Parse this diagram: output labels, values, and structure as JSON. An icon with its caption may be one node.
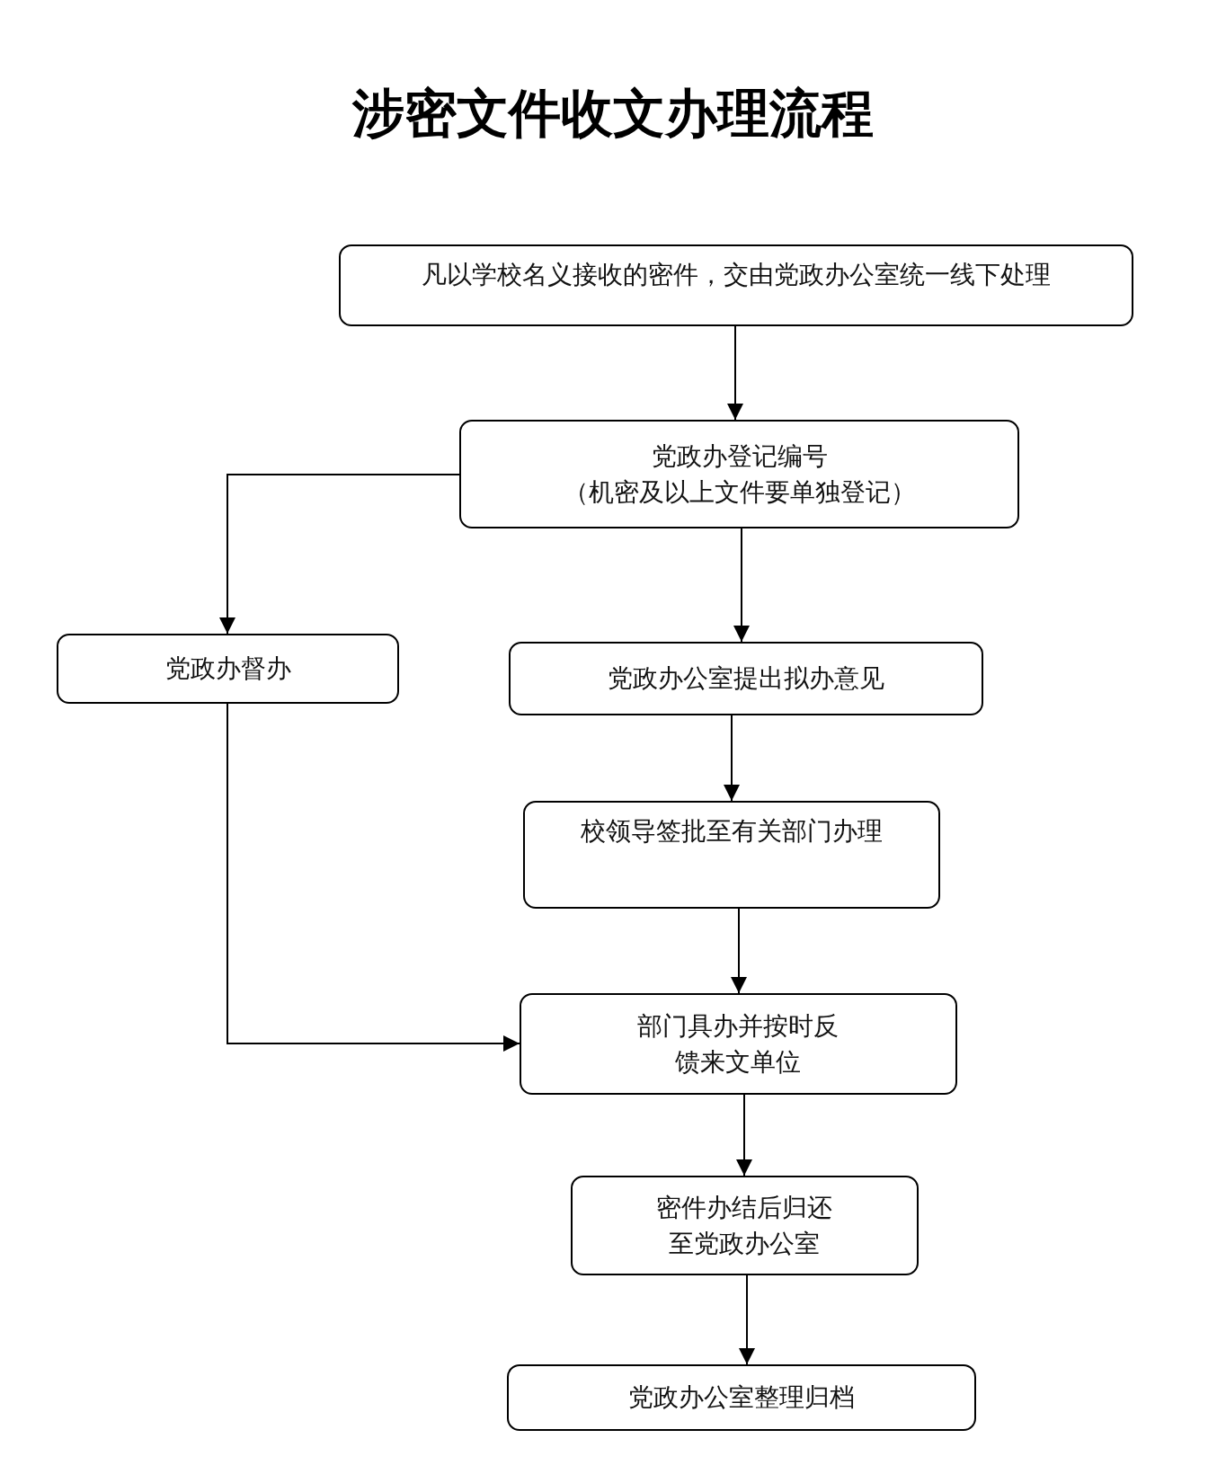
{
  "diagram": {
    "title": "涉密文件收文办理流程",
    "nodes": [
      {
        "text": [
          "凡以学校名义接收的密件，交由党政办公室统一线下处理"
        ]
      },
      {
        "text": [
          "党政办登记编号",
          "（机密及以上文件要单独登记）"
        ]
      },
      {
        "text": [
          "党政办督办"
        ]
      },
      {
        "text": [
          "党政办公室提出拟办意见"
        ]
      },
      {
        "text": [
          "校领导签批至有关部门办理"
        ]
      },
      {
        "text": [
          "部门具办并按时反馈来文单位"
        ]
      },
      {
        "text": [
          "密件办结后归还至党政办公室"
        ]
      },
      {
        "text": [
          "党政办公室整理归档"
        ]
      }
    ],
    "edges": [
      {
        "from": 0,
        "to": 1,
        "arrow": "to"
      },
      {
        "from": 1,
        "to": 2,
        "arrow": "to"
      },
      {
        "from": 1,
        "to": 3,
        "arrow": "to"
      },
      {
        "from": 3,
        "to": 4,
        "arrow": "to"
      },
      {
        "from": 4,
        "to": 5,
        "arrow": "to"
      },
      {
        "from": 2,
        "to": 5,
        "arrow": "to"
      },
      {
        "from": 5,
        "to": 6,
        "arrow": "to"
      },
      {
        "from": 6,
        "to": 7,
        "arrow": "to"
      }
    ]
  }
}
